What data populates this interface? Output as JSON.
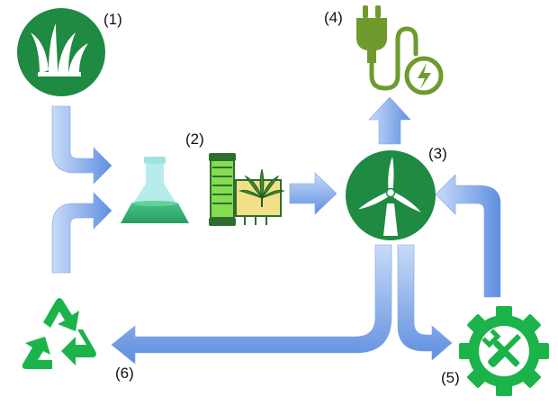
{
  "diagram": {
    "stages": [
      {
        "number": "(1)",
        "icon": "grass-icon"
      },
      {
        "number": "(2)",
        "icon": "flask-and-fiber-spool-icon"
      },
      {
        "number": "(3)",
        "icon": "wind-turbine-icon"
      },
      {
        "number": "(4)",
        "icon": "power-plug-icon"
      },
      {
        "number": "(5)",
        "icon": "maintenance-gear-icon"
      },
      {
        "number": "(6)",
        "icon": "recycle-icon"
      }
    ],
    "colors": {
      "green_dark": "#1e8a42",
      "green_bright": "#1cb34a",
      "olive": "#6f9a2c",
      "flask_tint": "#b7ecec",
      "spool_green": "#83dd4f",
      "hemp_yellow": "#f3df8a",
      "arrow_light": "#b9cff4",
      "arrow_dark": "#5b8de0"
    }
  }
}
